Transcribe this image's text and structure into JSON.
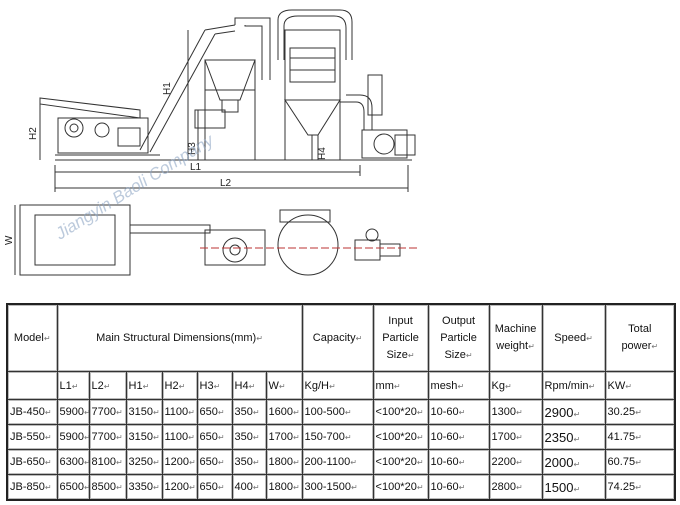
{
  "drawing": {
    "dimension_labels": {
      "h1": "H1",
      "h2": "H2",
      "h3": "H3",
      "h4": "H4",
      "l1": "L1",
      "l2": "L2",
      "w": "W"
    },
    "watermark": "Jiangyin Baoli Company"
  },
  "table": {
    "headers": {
      "model": "Model",
      "dimensions": "Main Structural Dimensions(mm)",
      "capacity": "Capacity",
      "input_size": [
        "Input",
        "Particle",
        "Size"
      ],
      "output_size": [
        "Output",
        "Particle",
        "Size"
      ],
      "machine_weight": [
        "Machine",
        "weight"
      ],
      "speed": "Speed",
      "total_power": [
        "Total",
        "power"
      ]
    },
    "units": [
      "L1",
      "L2",
      "H1",
      "H2",
      "H3",
      "H4",
      "W",
      "Kg/H",
      "mm",
      "mesh",
      "Kg",
      "Rpm/min",
      "KW"
    ],
    "rows": [
      {
        "model": "JB-450",
        "l1": "5900",
        "l2": "7700",
        "h1": "3150",
        "h2": "1100",
        "h3": "650",
        "h4": "350",
        "w": "1600",
        "capacity": "100-500",
        "input": "<100*20",
        "output": "10-60",
        "weight": "1300",
        "speed": "2900",
        "power": "30.25"
      },
      {
        "model": "JB-550",
        "l1": "5900",
        "l2": "7700",
        "h1": "3150",
        "h2": "1100",
        "h3": "650",
        "h4": "350",
        "w": "1700",
        "capacity": "150-700",
        "input": "<100*20",
        "output": "10-60",
        "weight": "1700",
        "speed": "2350",
        "power": "41.75"
      },
      {
        "model": "JB-650",
        "l1": "6300",
        "l2": "8100",
        "h1": "3250",
        "h2": "1200",
        "h3": "650",
        "h4": "350",
        "w": "1800",
        "capacity": "200-1100",
        "input": "<100*20",
        "output": "10-60",
        "weight": "2200",
        "speed": "2000",
        "power": "60.75"
      },
      {
        "model": "JB-850",
        "l1": "6500",
        "l2": "8500",
        "h1": "3350",
        "h2": "1200",
        "h3": "650",
        "h4": "400",
        "w": "1800",
        "capacity": "300-1500",
        "input": "<100*20",
        "output": "10-60",
        "weight": "2800",
        "speed": "1500",
        "power": "74.25"
      }
    ]
  }
}
